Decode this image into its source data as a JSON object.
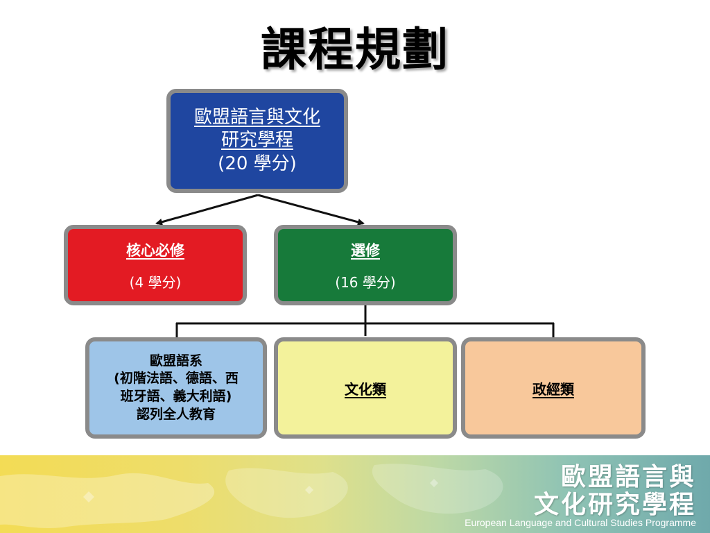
{
  "slide": {
    "title": "課程規劃"
  },
  "diagram": {
    "root": {
      "line1": "歐盟語言與文化",
      "line2": "研究學程",
      "line3": "(20 學分)",
      "color": "#1f46a0"
    },
    "core": {
      "label": "核心必修",
      "credits": "(4 學分)",
      "color": "#e31b23"
    },
    "elective": {
      "label": "選修",
      "credits": "(16 學分)",
      "color": "#177a3a"
    },
    "elective_sub": [
      {
        "lines": [
          "歐盟語系",
          "(初階法語、德語、西",
          "班牙語、義大利語)",
          "認列全人教育"
        ],
        "color": "#9ec5e8"
      },
      {
        "label": "文化類",
        "color": "#f3f29b"
      },
      {
        "label": "政經類",
        "color": "#f8c89b"
      }
    ]
  },
  "footer": {
    "title_line1": "歐盟語言與",
    "title_line2": "文化研究學程",
    "subtitle": "European Language and Cultural Studies Programme"
  }
}
